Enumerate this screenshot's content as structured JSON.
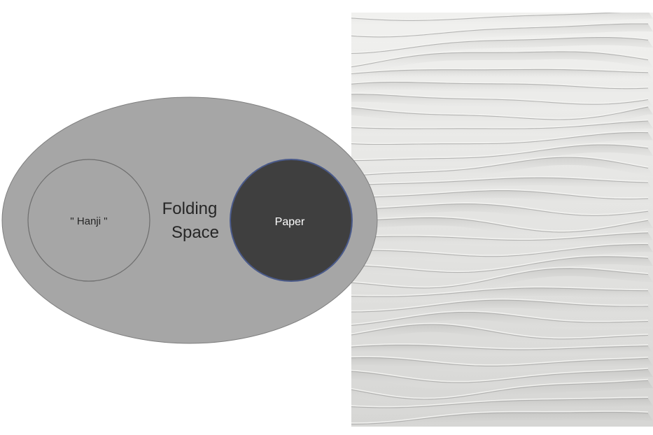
{
  "diagram": {
    "outer_label_line1": "Folding",
    "outer_label_line2": "Space",
    "left_circle_label": "\" Hanji \"",
    "right_circle_label": "Paper"
  },
  "colors": {
    "background": "#ffffff",
    "outer_ellipse_fill": "#a6a6a6",
    "outer_ellipse_stroke": "#7f7f7f",
    "left_circle_stroke": "#6e6e6e",
    "right_circle_fill": "#3f3f3f",
    "right_circle_stroke": "#4a5a8a",
    "outer_label_color": "#262626",
    "left_label_color": "#262626",
    "right_label_color": "#ffffff",
    "paper_base": "#dcdcda",
    "paper_highlight": "#f4f4f2",
    "paper_shadow": "#a9a9a7"
  },
  "photo": {
    "subject": "folded-paper-texture"
  }
}
